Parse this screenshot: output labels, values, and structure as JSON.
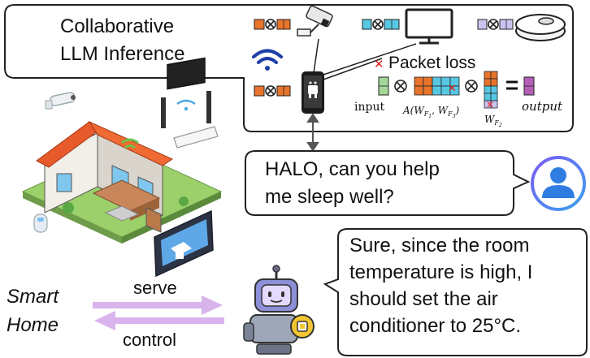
{
  "diagram": {
    "title_line1": "Collaborative",
    "title_line2": "LLM Inference",
    "packet_loss_label": "Packet loss",
    "input_label": "input",
    "attn_label_prefix": "A(W",
    "attn_label_sub1": "F",
    "attn_label_sub1b": "1",
    "attn_label_mid": ", W",
    "attn_label_sub2": "F",
    "attn_label_sub2b": "3",
    "attn_label_suffix": ")",
    "w2_label": "W",
    "w2_sub": "F",
    "w2_subsub": "2",
    "output_label": "output",
    "user_message_line1": "HALO, can you help",
    "user_message_line2": "me sleep well?",
    "assistant_message_line1": "Sure, since the room",
    "assistant_message_line2": "temperature is high, I",
    "assistant_message_line3": "should set the air",
    "assistant_message_line4": "conditioner to 25°C.",
    "smart_home_line1": "Smart",
    "smart_home_line2": "Home",
    "serve_label": "serve",
    "control_label": "control"
  },
  "colors": {
    "orange_block": "#e8742b",
    "blue_block": "#57c7e3",
    "lavender_block": "#c9c3ef",
    "green_block": "#a5d79a",
    "purple_block": "#b35fb6",
    "arrow_purple": "#d9b3ec",
    "packet_loss_red": "#e02020",
    "avatar_blue": "#2f7de1"
  }
}
